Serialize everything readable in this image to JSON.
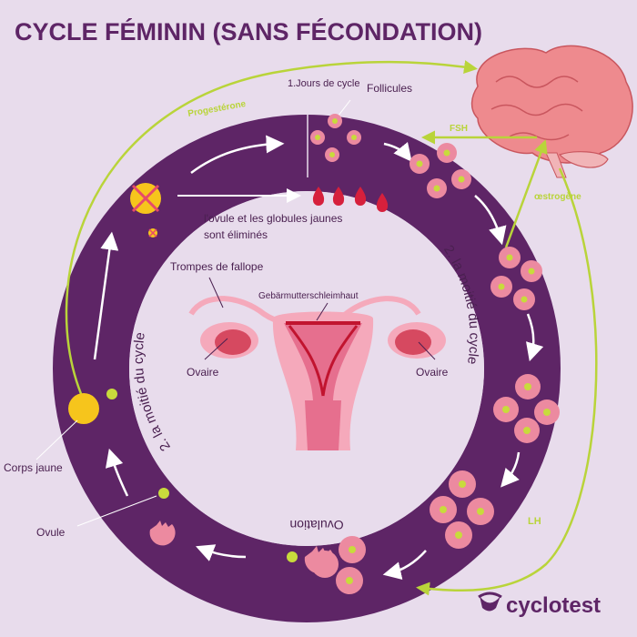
{
  "title": "CYCLE FÉMININ (SANS FÉCONDATION)",
  "labels": {
    "cycle_days": "1.Jours de cycle",
    "follicules": "Follicules",
    "progesterone": "Progestérone",
    "fsh": "FSH",
    "oestrogene": "œstrogène",
    "lh": "LH",
    "eliminated_line1": "l'ovule et les globules jaunes",
    "eliminated_line2": "sont éliminés",
    "fallopian": "Trompes de fallope",
    "endometrium": "Gebärmutterschleimhaut",
    "ovary_left": "Ovaire",
    "ovary_right": "Ovaire",
    "corpus_luteum": "Corps jaune",
    "ovule": "Ovule",
    "ovulation": "Ovulation",
    "second_half_left": "2. la moitié du cycle",
    "second_half_right": "2. la moitié du cycle"
  },
  "brand": {
    "name": "cyclotest"
  },
  "colors": {
    "background": "#e8dcec",
    "ring": "#5e2566",
    "title": "#5e2566",
    "hormone_arrow": "#b9d43a",
    "follicle": "#ec8aa0",
    "follicle_core": "#c8db3c",
    "corpus_luteum": "#f6c51c",
    "blood": "#d6203c",
    "brain": "#ee8a8e",
    "uterus": "#e66f8e"
  }
}
